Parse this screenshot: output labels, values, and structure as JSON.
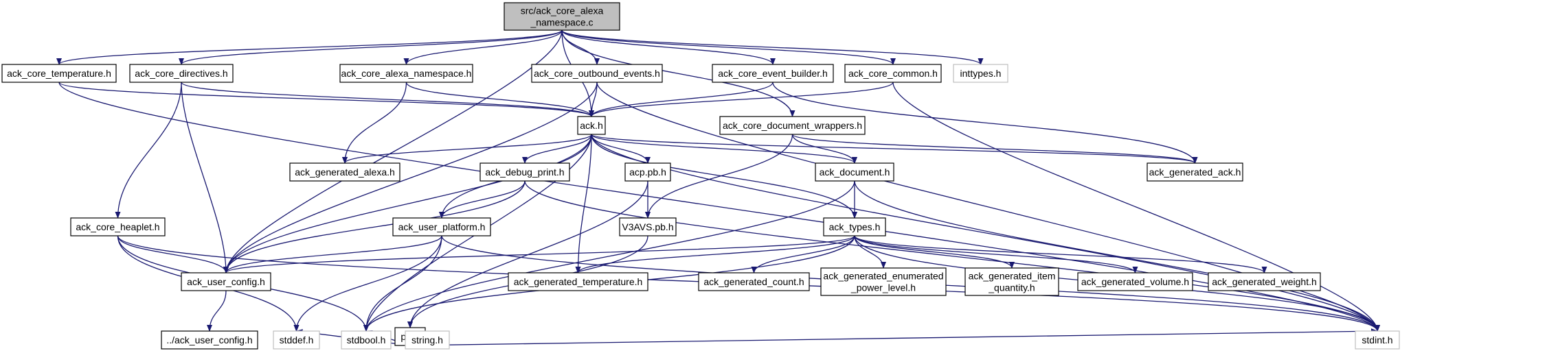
{
  "diagram": {
    "type": "include-dependency-graph",
    "root": "root",
    "colors": {
      "edge": "#191970",
      "box_border": "#000000",
      "root_fill": "#bfbfbf",
      "external_border": "#bfbfbf",
      "box_fill": "#ffffff",
      "text": "#000000"
    },
    "nodes": [
      {
        "id": "root",
        "lines": [
          "src/ack_core_alexa",
          "_namespace.c"
        ],
        "style": "root"
      },
      {
        "id": "temperature",
        "lines": [
          "ack_core_temperature.h"
        ],
        "style": "normal"
      },
      {
        "id": "directives",
        "lines": [
          "ack_core_directives.h"
        ],
        "style": "normal"
      },
      {
        "id": "alexa_ns",
        "lines": [
          "ack_core_alexa_namespace.h"
        ],
        "style": "normal"
      },
      {
        "id": "outbound",
        "lines": [
          "ack_core_outbound_events.h"
        ],
        "style": "normal"
      },
      {
        "id": "event_builder",
        "lines": [
          "ack_core_event_builder.h"
        ],
        "style": "normal"
      },
      {
        "id": "common",
        "lines": [
          "ack_core_common.h"
        ],
        "style": "normal"
      },
      {
        "id": "inttypes",
        "lines": [
          "inttypes.h"
        ],
        "style": "external"
      },
      {
        "id": "ack",
        "lines": [
          "ack.h"
        ],
        "style": "normal"
      },
      {
        "id": "doc_wrappers",
        "lines": [
          "ack_core_document_wrappers.h"
        ],
        "style": "normal"
      },
      {
        "id": "gen_alexa",
        "lines": [
          "ack_generated_alexa.h"
        ],
        "style": "normal"
      },
      {
        "id": "debug_print",
        "lines": [
          "ack_debug_print.h"
        ],
        "style": "normal"
      },
      {
        "id": "acp_pb",
        "lines": [
          "acp.pb.h"
        ],
        "style": "normal"
      },
      {
        "id": "document",
        "lines": [
          "ack_document.h"
        ],
        "style": "normal"
      },
      {
        "id": "gen_ack",
        "lines": [
          "ack_generated_ack.h"
        ],
        "style": "normal"
      },
      {
        "id": "heaplet",
        "lines": [
          "ack_core_heaplet.h"
        ],
        "style": "normal"
      },
      {
        "id": "user_platform",
        "lines": [
          "ack_user_platform.h"
        ],
        "style": "normal"
      },
      {
        "id": "v3avs",
        "lines": [
          "V3AVS.pb.h"
        ],
        "style": "normal"
      },
      {
        "id": "types",
        "lines": [
          "ack_types.h"
        ],
        "style": "normal"
      },
      {
        "id": "user_config",
        "lines": [
          "ack_user_config.h"
        ],
        "style": "normal"
      },
      {
        "id": "gen_temperature",
        "lines": [
          "ack_generated_temperature.h"
        ],
        "style": "normal"
      },
      {
        "id": "gen_count",
        "lines": [
          "ack_generated_count.h"
        ],
        "style": "normal"
      },
      {
        "id": "gen_power",
        "lines": [
          "ack_generated_enumerated",
          "_power_level.h"
        ],
        "style": "normal"
      },
      {
        "id": "gen_item_qty",
        "lines": [
          "ack_generated_item",
          "_quantity.h"
        ],
        "style": "normal"
      },
      {
        "id": "gen_volume",
        "lines": [
          "ack_generated_volume.h"
        ],
        "style": "normal"
      },
      {
        "id": "gen_weight",
        "lines": [
          "ack_generated_weight.h"
        ],
        "style": "normal"
      },
      {
        "id": "pb",
        "lines": [
          "pb.h"
        ],
        "style": "normal"
      },
      {
        "id": "parent_user_config",
        "lines": [
          "../ack_user_config.h"
        ],
        "style": "normal"
      },
      {
        "id": "stddef",
        "lines": [
          "stddef.h"
        ],
        "style": "external"
      },
      {
        "id": "stdbool",
        "lines": [
          "stdbool.h"
        ],
        "style": "external"
      },
      {
        "id": "string",
        "lines": [
          "string.h"
        ],
        "style": "external"
      },
      {
        "id": "stdint",
        "lines": [
          "stdint.h"
        ],
        "style": "external"
      }
    ],
    "edges": [
      [
        "root",
        "temperature"
      ],
      [
        "root",
        "directives"
      ],
      [
        "root",
        "user_config"
      ],
      [
        "root",
        "alexa_ns"
      ],
      [
        "root",
        "ack"
      ],
      [
        "root",
        "outbound"
      ],
      [
        "root",
        "event_builder"
      ],
      [
        "root",
        "common"
      ],
      [
        "root",
        "doc_wrappers"
      ],
      [
        "root",
        "inttypes"
      ],
      [
        "temperature",
        "ack"
      ],
      [
        "temperature",
        "stdint"
      ],
      [
        "directives",
        "ack"
      ],
      [
        "directives",
        "user_config"
      ],
      [
        "directives",
        "heaplet"
      ],
      [
        "alexa_ns",
        "ack"
      ],
      [
        "alexa_ns",
        "gen_alexa"
      ],
      [
        "outbound",
        "ack"
      ],
      [
        "outbound",
        "user_config"
      ],
      [
        "outbound",
        "stdint"
      ],
      [
        "event_builder",
        "ack"
      ],
      [
        "event_builder",
        "gen_ack"
      ],
      [
        "common",
        "ack"
      ],
      [
        "common",
        "stdint"
      ],
      [
        "ack",
        "gen_alexa"
      ],
      [
        "ack",
        "debug_print"
      ],
      [
        "ack",
        "acp_pb"
      ],
      [
        "ack",
        "document"
      ],
      [
        "ack",
        "gen_ack"
      ],
      [
        "ack",
        "types"
      ],
      [
        "ack",
        "user_platform"
      ],
      [
        "ack",
        "user_config"
      ],
      [
        "ack",
        "gen_temperature"
      ],
      [
        "ack",
        "stdbool"
      ],
      [
        "ack",
        "stdint"
      ],
      [
        "doc_wrappers",
        "gen_ack"
      ],
      [
        "doc_wrappers",
        "document"
      ],
      [
        "doc_wrappers",
        "v3avs"
      ],
      [
        "debug_print",
        "user_platform"
      ],
      [
        "debug_print",
        "user_config"
      ],
      [
        "debug_print",
        "stdint"
      ],
      [
        "acp_pb",
        "v3avs"
      ],
      [
        "acp_pb",
        "pb"
      ],
      [
        "document",
        "types"
      ],
      [
        "document",
        "stdint"
      ],
      [
        "document",
        "stdbool"
      ],
      [
        "heaplet",
        "user_config"
      ],
      [
        "heaplet",
        "stddef"
      ],
      [
        "heaplet",
        "stdbool"
      ],
      [
        "heaplet",
        "stdint"
      ],
      [
        "user_platform",
        "user_config"
      ],
      [
        "user_platform",
        "stddef"
      ],
      [
        "user_platform",
        "stdbool"
      ],
      [
        "user_platform",
        "stdint"
      ],
      [
        "v3avs",
        "pb"
      ],
      [
        "types",
        "user_config"
      ],
      [
        "types",
        "gen_temperature"
      ],
      [
        "types",
        "gen_count"
      ],
      [
        "types",
        "gen_power"
      ],
      [
        "types",
        "gen_item_qty"
      ],
      [
        "types",
        "gen_volume"
      ],
      [
        "types",
        "gen_weight"
      ],
      [
        "types",
        "stdbool"
      ],
      [
        "types",
        "stdint"
      ],
      [
        "user_config",
        "parent_user_config"
      ],
      [
        "pb",
        "stddef"
      ],
      [
        "pb",
        "stdbool"
      ],
      [
        "pb",
        "string"
      ],
      [
        "pb",
        "stdint"
      ]
    ]
  }
}
